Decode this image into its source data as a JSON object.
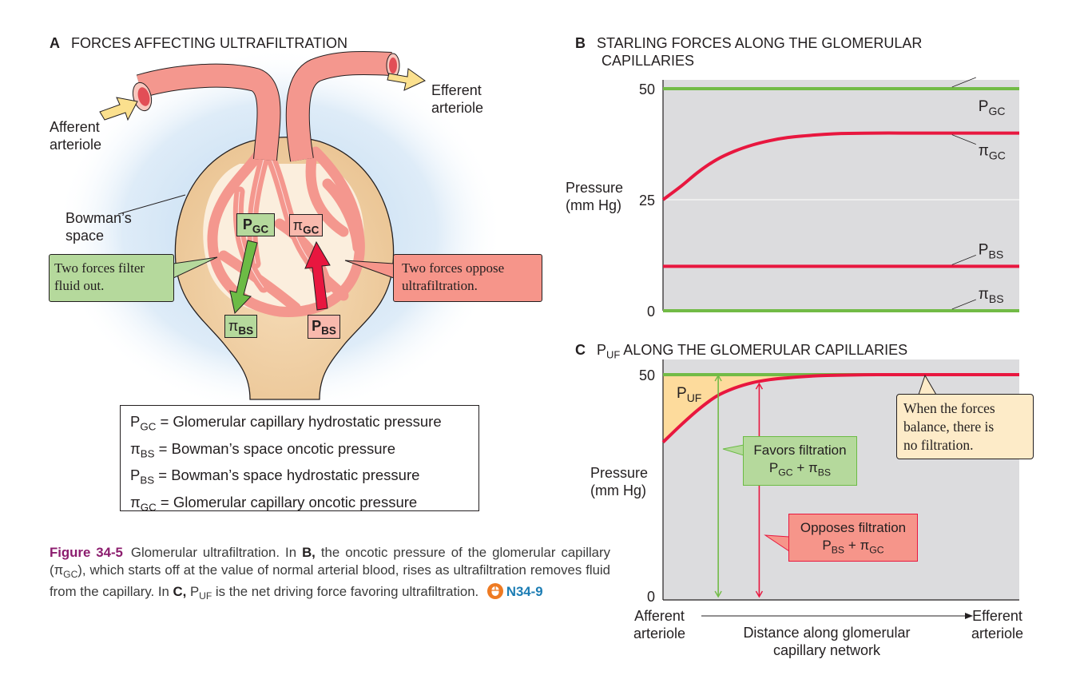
{
  "panel_a": {
    "letter": "A",
    "title": "FORCES AFFECTING ULTRAFILTRATION",
    "afferent_label": [
      "Afferent",
      "arteriole"
    ],
    "efferent_label": [
      "Efferent",
      "arteriole"
    ],
    "bowmans_label": [
      "Bowman’s",
      "space"
    ],
    "filter_callout": [
      "Two forces filter",
      "fluid out."
    ],
    "oppose_callout": [
      "Two forces oppose",
      "ultrafiltration."
    ],
    "tags": {
      "pgc": {
        "main": "P",
        "sub": "GC"
      },
      "pigc": {
        "main": "π",
        "sub": "GC"
      },
      "pibs": {
        "main": "π",
        "sub": "BS"
      },
      "pbs": {
        "main": "P",
        "sub": "BS"
      }
    },
    "legend": [
      {
        "sym": "P",
        "sub": "GC",
        "text": " = Glomerular capillary hydrostatic pressure"
      },
      {
        "sym": "π",
        "sub": "BS",
        "text": " = Bowman’s space oncotic pressure"
      },
      {
        "sym": "P",
        "sub": "BS",
        "text": " = Bowman’s space hydrostatic pressure"
      },
      {
        "sym": "π",
        "sub": "GC",
        "text": " = Glomerular capillary oncotic pressure"
      }
    ],
    "colors": {
      "vessel": "#f4978e",
      "vessel_dark": "#e6736b",
      "capsule": "#efcb9b",
      "capsule_inner": "#fbeedd",
      "background_glow": "#b9d6ef",
      "flow_arrow": "#fbe08e",
      "green_box": "#b5d99c",
      "red_box": "#f6958a",
      "pink_box": "#f9b9ad",
      "green_arrow": "#6cbb45",
      "red_arrow": "#e8173f"
    }
  },
  "caption": {
    "figure_label": "Figure 34-5",
    "segments": [
      {
        "t": "Glomerular ultrafiltration. In ",
        "b": false
      },
      {
        "t": "B,",
        "b": true
      },
      {
        "t": " the oncotic pressure of the glomerular capillary (π",
        "b": false
      },
      {
        "t": "GC",
        "sub": true
      },
      {
        "t": "), which starts off at the value of normal arterial blood, rises as ultrafiltration removes fluid from the capillary. In ",
        "b": false
      },
      {
        "t": "C,",
        "b": true
      },
      {
        "t": " P",
        "b": false
      },
      {
        "t": "UF",
        "sub": true
      },
      {
        "t": " is the net driving force favoring ultrafiltration.",
        "b": false
      }
    ],
    "link_icon": "mouse-icon",
    "link_code": "N34-9"
  },
  "chart_data": [
    {
      "type": "line",
      "letter": "B",
      "title": [
        "STARLING FORCES ALONG THE GLOMERULAR",
        "CAPILLARIES"
      ],
      "ylabel": [
        "Pressure",
        "(mm Hg)"
      ],
      "xlabel": "",
      "ylim": [
        0,
        50
      ],
      "yticks": [
        0,
        25,
        50
      ],
      "gridline_at": 25,
      "x": [
        0,
        0.05,
        0.1,
        0.15,
        0.2,
        0.25,
        0.3,
        0.35,
        0.4,
        0.45,
        0.5,
        0.6,
        0.7,
        0.8,
        0.9,
        1.0
      ],
      "series": [
        {
          "name": "P",
          "sub": "GC",
          "color": "#72bb46",
          "values": [
            50,
            50,
            50,
            50,
            50,
            50,
            50,
            50,
            50,
            50,
            50,
            50,
            50,
            50,
            50,
            50
          ]
        },
        {
          "name": "π",
          "sub": "GC",
          "color": "#e8173f",
          "values": [
            25,
            28,
            31.3,
            34,
            35.9,
            37.3,
            38.3,
            39,
            39.4,
            39.7,
            39.9,
            40,
            40,
            40,
            40,
            40
          ]
        },
        {
          "name": "P",
          "sub": "BS",
          "color": "#e8173f",
          "values": [
            10,
            10,
            10,
            10,
            10,
            10,
            10,
            10,
            10,
            10,
            10,
            10,
            10,
            10,
            10,
            10
          ]
        },
        {
          "name": "π",
          "sub": "BS",
          "color": "#72bb46",
          "values": [
            0,
            0,
            0,
            0,
            0,
            0,
            0,
            0,
            0,
            0,
            0,
            0,
            0,
            0,
            0,
            0
          ]
        }
      ],
      "background": "#dcdcde",
      "legend": "inline-right"
    },
    {
      "type": "area",
      "letter": "C",
      "title_main": "P",
      "title_sub": "UF",
      "title_rest": " ALONG THE GLOMERULAR CAPILLARIES",
      "ylabel": [
        "Pressure",
        "(mm Hg)"
      ],
      "ylim": [
        0,
        50
      ],
      "yticks": [
        0,
        50
      ],
      "x_start_label": [
        "Afferent",
        "arteriole"
      ],
      "x_end_label": [
        "Efferent",
        "arteriole"
      ],
      "xlabel": [
        "Distance along glomerular",
        "capillary network"
      ],
      "x": [
        0,
        0.05,
        0.1,
        0.15,
        0.2,
        0.25,
        0.3,
        0.35,
        0.4,
        0.45,
        0.5,
        0.6,
        0.7,
        0.8,
        0.9,
        1.0
      ],
      "series": [
        {
          "name": "Favors filtration",
          "formula": "P_GC + π_BS",
          "color": "#72bb46",
          "values": [
            50,
            50,
            50,
            50,
            50,
            50,
            50,
            50,
            50,
            50,
            50,
            50,
            50,
            50,
            50,
            50
          ]
        },
        {
          "name": "Opposes filtration",
          "formula": "P_BS + π_GC",
          "color": "#e8173f",
          "values": [
            35,
            38.8,
            42.3,
            45.2,
            47,
            48.2,
            48.9,
            49.3,
            49.6,
            49.8,
            49.9,
            50,
            50,
            50,
            50,
            50
          ]
        }
      ],
      "area_label": {
        "main": "P",
        "sub": "UF"
      },
      "area_color": "#fddb9c",
      "favors_marker_x": 0.155,
      "opposes_marker_x": 0.27,
      "favors_box": {
        "line1": "Favors filtration",
        "main1": "P",
        "sub1": "GC",
        "plus": " + ",
        "main2": "π",
        "sub2": "BS"
      },
      "opposes_box": {
        "line1": "Opposes filtration",
        "main1": "P",
        "sub1": "BS",
        "plus": " + ",
        "main2": "π",
        "sub2": "GC"
      },
      "balance_note": [
        "When the forces",
        "balance, there is",
        "no filtration."
      ],
      "background": "#dcdcde"
    }
  ]
}
